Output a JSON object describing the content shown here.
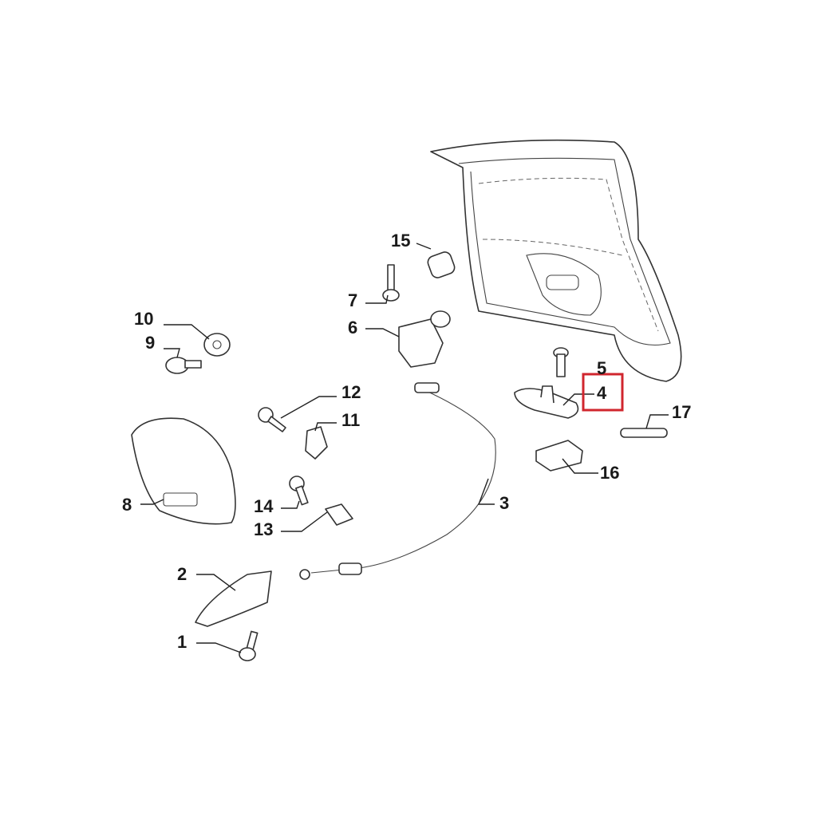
{
  "diagram": {
    "highlight_color": "#d0262e",
    "highlighted_part": "4",
    "callouts": [
      {
        "id": "1",
        "label": "1"
      },
      {
        "id": "2",
        "label": "2"
      },
      {
        "id": "3",
        "label": "3"
      },
      {
        "id": "4",
        "label": "4"
      },
      {
        "id": "5",
        "label": "5"
      },
      {
        "id": "6",
        "label": "6"
      },
      {
        "id": "7",
        "label": "7"
      },
      {
        "id": "8",
        "label": "8"
      },
      {
        "id": "9",
        "label": "9"
      },
      {
        "id": "10",
        "label": "10"
      },
      {
        "id": "11",
        "label": "11"
      },
      {
        "id": "12",
        "label": "12"
      },
      {
        "id": "13",
        "label": "13"
      },
      {
        "id": "14",
        "label": "14"
      },
      {
        "id": "15",
        "label": "15"
      },
      {
        "id": "16",
        "label": "16"
      },
      {
        "id": "17",
        "label": "17"
      }
    ]
  }
}
